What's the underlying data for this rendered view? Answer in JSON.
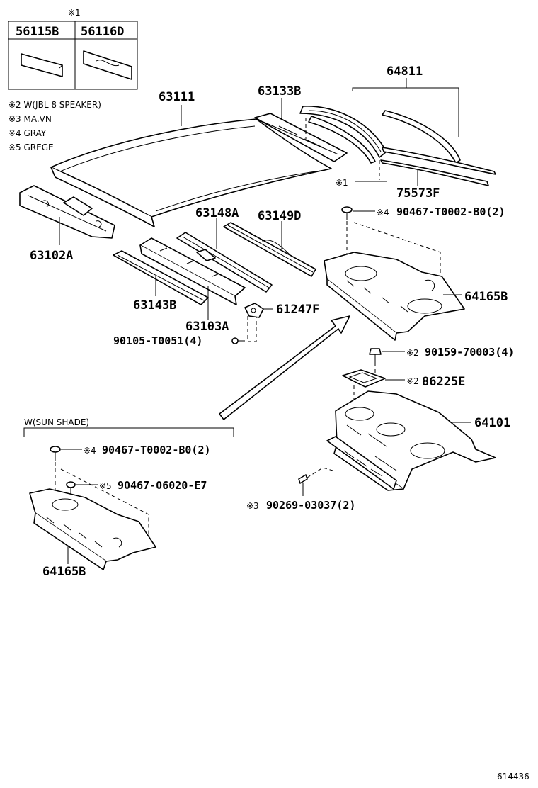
{
  "legend_box": {
    "mark": "※1",
    "col1": "56115B",
    "col2": "56116D"
  },
  "notes": [
    "※2 W(JBL 8 SPEAKER)",
    "※3 MA.VN",
    "※4 GRAY",
    "※5 GREGE"
  ],
  "parts": {
    "roof": "63111",
    "roof_panel_front": "63133B",
    "roof_rail_front": "63102A",
    "bow_1": "63148A",
    "bow_2": "63149D",
    "bow_3": "63143B",
    "bow_center": "63103A",
    "bracket": "61247F",
    "screw_1": "90105-T0051(4)",
    "molding": "64811",
    "mark_1": "※1",
    "molding_2": "75573F",
    "clip_top_mark": "※4",
    "clip_top": "90467-T0002-B0(2)",
    "shelf_trim": "64165B",
    "clip_jbl_mark": "※2",
    "clip_jbl": "90159-70003(4)",
    "speaker_mark": "※2",
    "speaker_cover": "86225E",
    "package_tray": "64101",
    "screw_ma_mark": "※3",
    "screw_ma": "90269-03037(2)"
  },
  "sun_shade": {
    "title": "W(SUN SHADE)",
    "clip_a_mark": "※4",
    "clip_a": "90467-T0002-B0(2)",
    "clip_b_mark": "※5",
    "clip_b": "90467-06020-E7",
    "trim": "64165B"
  },
  "figure_id": "614436"
}
